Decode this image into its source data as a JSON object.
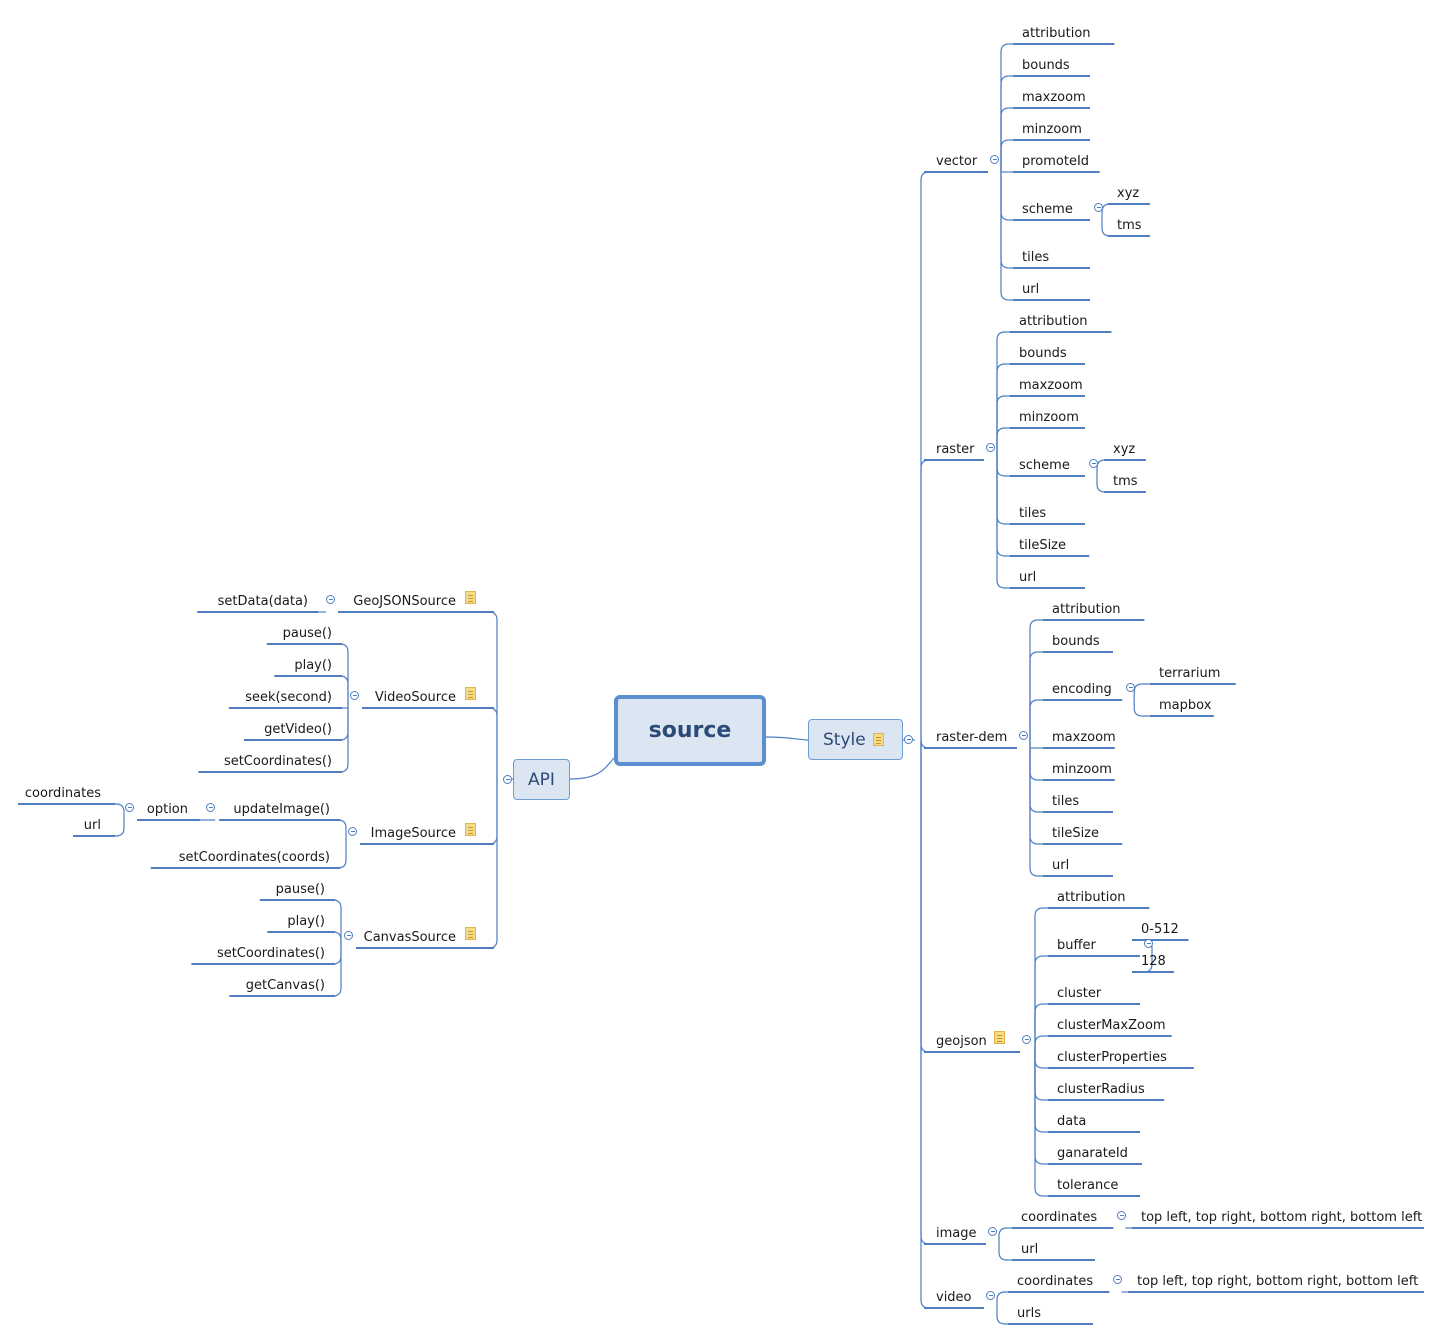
{
  "root": "source",
  "api": {
    "label": "API",
    "items": [
      {
        "label": "GeoJSONSource",
        "note": true,
        "children": [
          {
            "label": "setData(data)"
          }
        ]
      },
      {
        "label": "VideoSource",
        "note": true,
        "children": [
          {
            "label": "pause()"
          },
          {
            "label": "play()"
          },
          {
            "label": "seek(second)"
          },
          {
            "label": "getVideo()"
          },
          {
            "label": "setCoordinates()"
          }
        ]
      },
      {
        "label": "ImageSource",
        "note": true,
        "children": [
          {
            "label": "updateImage()",
            "children": [
              {
                "label": "option",
                "children": [
                  {
                    "label": "coordinates"
                  },
                  {
                    "label": "url"
                  }
                ]
              }
            ]
          },
          {
            "label": "setCoordinates(coords)"
          }
        ]
      },
      {
        "label": "CanvasSource",
        "note": true,
        "children": [
          {
            "label": "pause()"
          },
          {
            "label": "play()"
          },
          {
            "label": "setCoordinates()"
          },
          {
            "label": "getCanvas()"
          }
        ]
      }
    ]
  },
  "style": {
    "label": "Style",
    "note": true,
    "items": [
      {
        "label": "vector",
        "children": [
          {
            "label": "attribution"
          },
          {
            "label": "bounds"
          },
          {
            "label": "maxzoom"
          },
          {
            "label": "minzoom"
          },
          {
            "label": "promoteId"
          },
          {
            "label": "scheme",
            "children": [
              {
                "label": "xyz"
              },
              {
                "label": "tms"
              }
            ]
          },
          {
            "label": "tiles"
          },
          {
            "label": "url"
          }
        ]
      },
      {
        "label": "raster",
        "children": [
          {
            "label": "attribution"
          },
          {
            "label": "bounds"
          },
          {
            "label": "maxzoom"
          },
          {
            "label": "minzoom"
          },
          {
            "label": "scheme",
            "children": [
              {
                "label": "xyz"
              },
              {
                "label": "tms"
              }
            ]
          },
          {
            "label": "tiles"
          },
          {
            "label": "tileSize"
          },
          {
            "label": "url"
          }
        ]
      },
      {
        "label": "raster-dem",
        "children": [
          {
            "label": "attribution"
          },
          {
            "label": "bounds"
          },
          {
            "label": "encoding",
            "children": [
              {
                "label": "terrarium"
              },
              {
                "label": "mapbox"
              }
            ]
          },
          {
            "label": "maxzoom"
          },
          {
            "label": "minzoom"
          },
          {
            "label": "tiles"
          },
          {
            "label": "tileSize"
          },
          {
            "label": "url"
          }
        ]
      },
      {
        "label": "geojson",
        "note": true,
        "children": [
          {
            "label": "attribution"
          },
          {
            "label": "buffer",
            "children": [
              {
                "label": "0-512"
              },
              {
                "label": "128"
              }
            ]
          },
          {
            "label": "cluster"
          },
          {
            "label": "clusterMaxZoom"
          },
          {
            "label": "clusterProperties"
          },
          {
            "label": "clusterRadius"
          },
          {
            "label": "data"
          },
          {
            "label": "ganarateId"
          },
          {
            "label": "tolerance"
          }
        ]
      },
      {
        "label": "image",
        "children": [
          {
            "label": "coordinates",
            "children": [
              {
                "label": "top left, top right, bottom right, bottom left"
              }
            ]
          },
          {
            "label": "url"
          }
        ]
      },
      {
        "label": "video",
        "children": [
          {
            "label": "coordinates",
            "children": [
              {
                "label": "top left, top right, bottom right, bottom left"
              }
            ]
          },
          {
            "label": "urls"
          }
        ]
      }
    ]
  },
  "colors": {
    "line": "#4f7fc2",
    "boxFill": "#dce6f2",
    "rootBorder": "#5b8fd0",
    "text": "#1a1a1a"
  }
}
